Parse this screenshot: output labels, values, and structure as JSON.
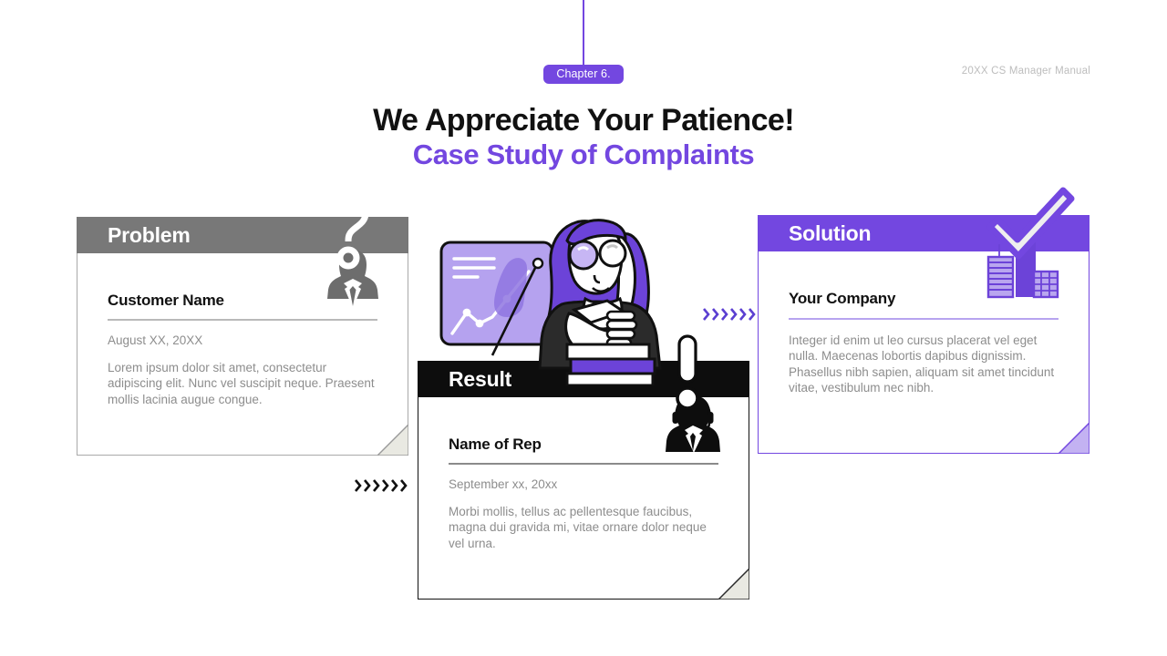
{
  "header": {
    "chapter_badge": "Chapter 6.",
    "manual_label": "20XX CS Manager Manual"
  },
  "title": {
    "main": "We Appreciate Your Patience!",
    "sub": "Case Study of Complaints"
  },
  "colors": {
    "purple": "#7347E0",
    "gray": "#787878",
    "black": "#0d0d0d",
    "body_text": "#8d8d8d"
  },
  "cards": [
    {
      "id": "problem",
      "heading": "Problem",
      "name": "Customer Name",
      "date": "August XX, 20XX",
      "text": "Lorem ipsum dolor sit amet, consectetur adipiscing elit. Nunc vel suscipit neque. Praesent mollis lacinia augue congue.",
      "avatar_icon": "woman-avatar-icon",
      "corner_icon": "question-mark-icon"
    },
    {
      "id": "result",
      "heading": "Result",
      "name": "Name of Rep",
      "date": "September xx, 20xx",
      "text": "Morbi mollis, tellus ac pellentesque faucibus, magna dui gravida mi, vitae ornare dolor neque vel urna.",
      "avatar_icon": "headset-agent-icon",
      "corner_icon": "exclamation-mark-icon"
    },
    {
      "id": "solution",
      "heading": "Solution",
      "name": "Your Company",
      "date": "",
      "text": "Integer id enim ut leo cursus placerat vel eget nulla. Maecenas lobortis dapibus dignissim. Phasellus nibh sapien, aliquam sit amet tincidunt vitae, vestibulum nec nibh.",
      "avatar_icon": "city-buildings-icon",
      "corner_icon": "checkmark-icon"
    }
  ],
  "arrows": [
    {
      "id": "problem-to-result",
      "glyph": ">>>>>>",
      "color": "#111111"
    },
    {
      "id": "result-to-solution",
      "glyph": ">>>>>>",
      "color": "#5b3fd1"
    }
  ],
  "illustration": {
    "name": "woman-presenting-chart-illustration"
  }
}
